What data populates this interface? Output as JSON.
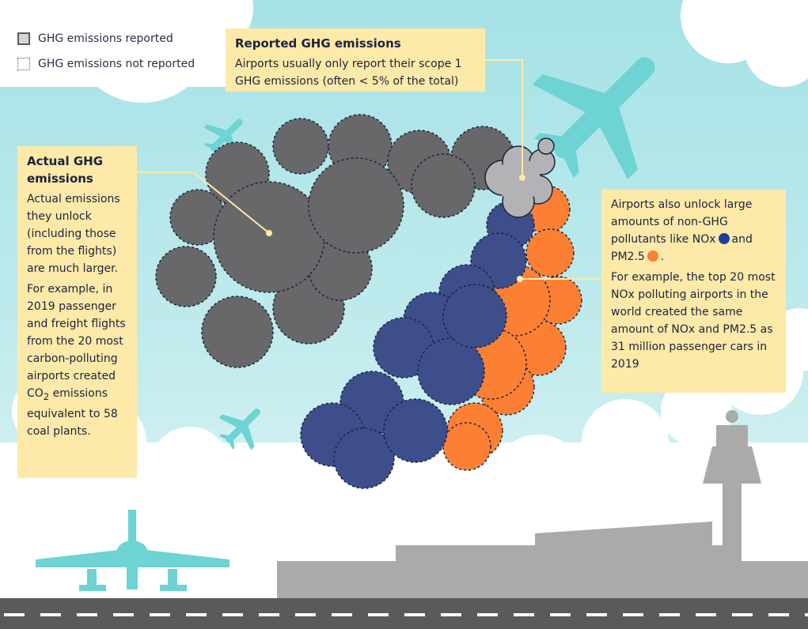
{
  "legend": {
    "reported": "GHG emissions reported",
    "not_reported": "GHG emissions not reported"
  },
  "reported_box": {
    "title": "Reported GHG emissions",
    "text": "Airports usually only report their scope 1 GHG emissions (often < 5% of the total)"
  },
  "actual_box": {
    "title": "Actual GHG emissions",
    "text1": "Actual emissions they unlock (including those from the flights) are much larger.",
    "text2_a": "For example, in 2019 passenger and freight flights from the 20 most carbon-polluting airports created CO",
    "text2_sub": "2",
    "text2_b": " emissions equivalent to 58 coal plants."
  },
  "pollutants_box": {
    "text1_a": "Airports also unlock large amounts of non-GHG pollutants like NOx",
    "text1_b": "and PM2.5",
    "text1_c": ".",
    "text2": "For example, the top 20 most NOx polluting airports in the world created the same amount of NOx and PM2.5 as 31 million passenger cars in 2019"
  },
  "colors": {
    "sky": "#a9e4e6",
    "box": "#fde9a8",
    "ghg_unreported": "#686769",
    "ghg_reported": "#b3b3b5",
    "nox": "#3d4e8a",
    "pm25": "#fb8033",
    "plane": "#6dd3d3",
    "building": "#aaaaaa",
    "runway": "#5a5a5c"
  }
}
